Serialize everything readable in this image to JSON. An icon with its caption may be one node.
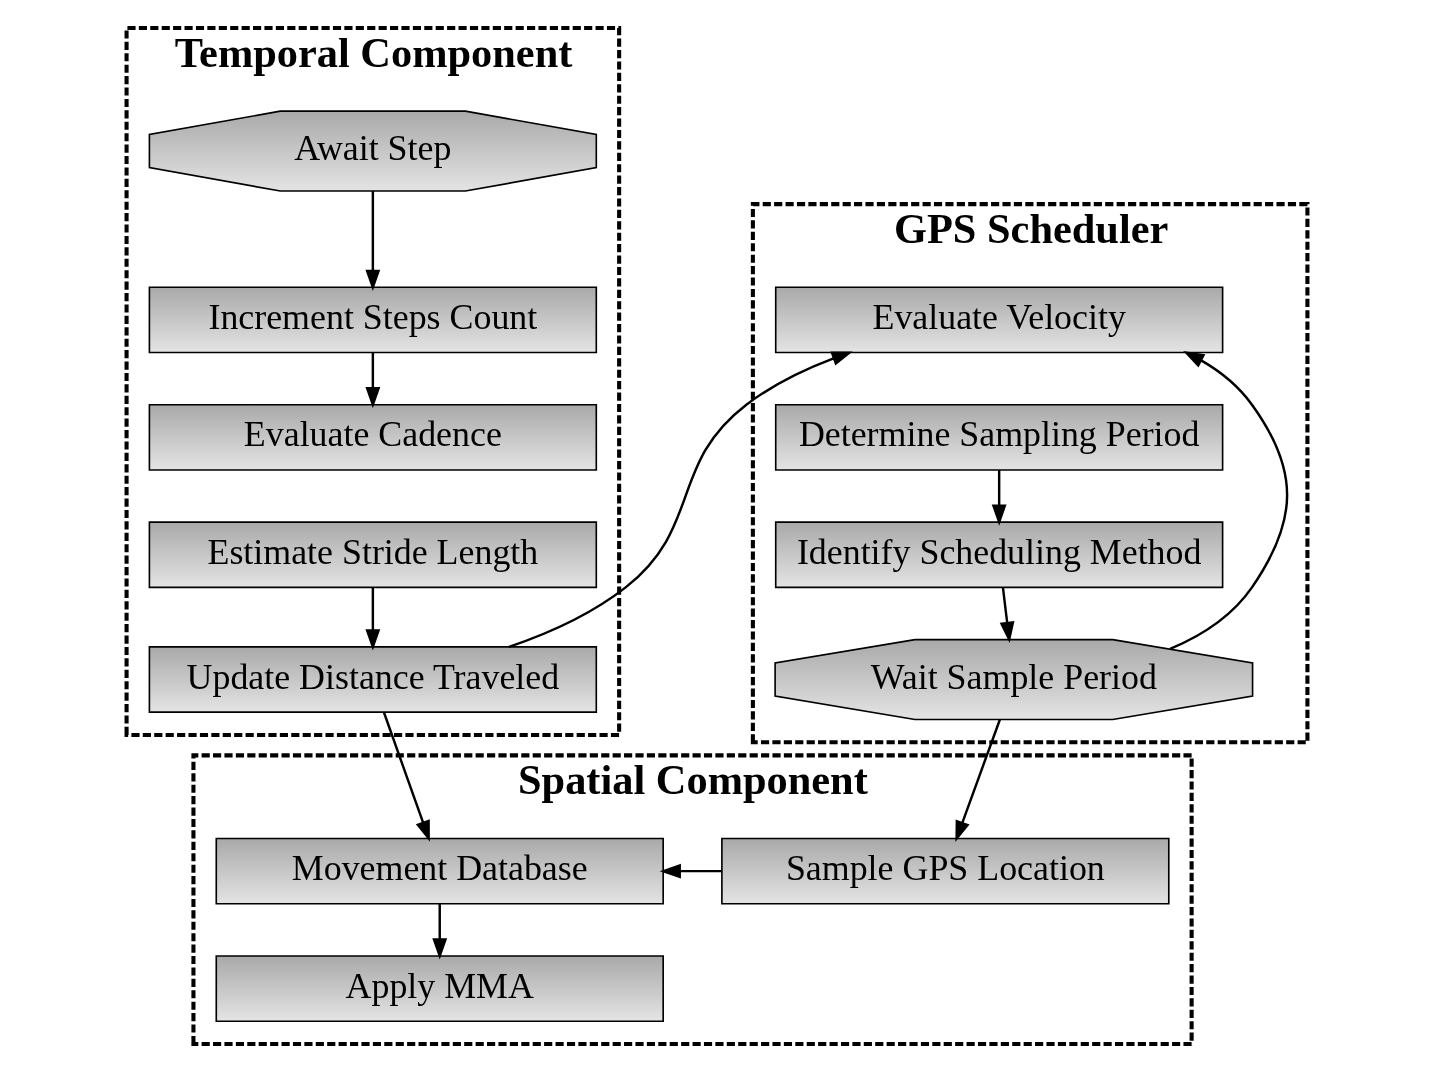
{
  "diagram": {
    "nodes": [
      {
        "text": [
          "Temporal Component"
        ]
      },
      {
        "text": [
          "Await Step"
        ],
        "in": 0
      },
      {
        "text": [
          "Increment Steps Count"
        ],
        "in": 0
      },
      {
        "text": [
          "Evaluate Cadence"
        ],
        "in": 0
      },
      {
        "text": [
          "Estimate Stride Length"
        ],
        "in": 0
      },
      {
        "text": [
          "Update Distance Traveled"
        ],
        "in": 0
      },
      {
        "text": [
          "GPS Scheduler"
        ]
      },
      {
        "text": [
          "Evaluate Velocity"
        ],
        "in": 6
      },
      {
        "text": [
          "Determine Sampling Period"
        ],
        "in": 6
      },
      {
        "text": [
          "Identify Scheduling Method"
        ],
        "in": 6
      },
      {
        "text": [
          "Wait Sample Period"
        ],
        "in": 6
      },
      {
        "text": [
          "Spatial Component"
        ]
      },
      {
        "text": [
          "Movement Database"
        ],
        "in": 11
      },
      {
        "text": [
          "Sample GPS Location"
        ],
        "in": 11
      },
      {
        "text": [
          "Apply MMA"
        ],
        "in": 11
      }
    ],
    "edges": [
      {
        "from": 1,
        "to": 2,
        "arrow": "to"
      },
      {
        "from": 2,
        "to": 3,
        "arrow": "to"
      },
      {
        "from": 4,
        "to": 5,
        "arrow": "to"
      },
      {
        "from": 5,
        "to": 7,
        "arrow": "to"
      },
      {
        "from": 8,
        "to": 9,
        "arrow": "to"
      },
      {
        "from": 9,
        "to": 10,
        "arrow": "to"
      },
      {
        "from": 10,
        "to": 7,
        "arrow": "to"
      },
      {
        "from": 5,
        "to": 12,
        "arrow": "to"
      },
      {
        "from": 10,
        "to": 13,
        "arrow": "to"
      },
      {
        "from": 13,
        "to": 12,
        "arrow": "to"
      },
      {
        "from": 12,
        "to": 14,
        "arrow": "to"
      }
    ]
  }
}
